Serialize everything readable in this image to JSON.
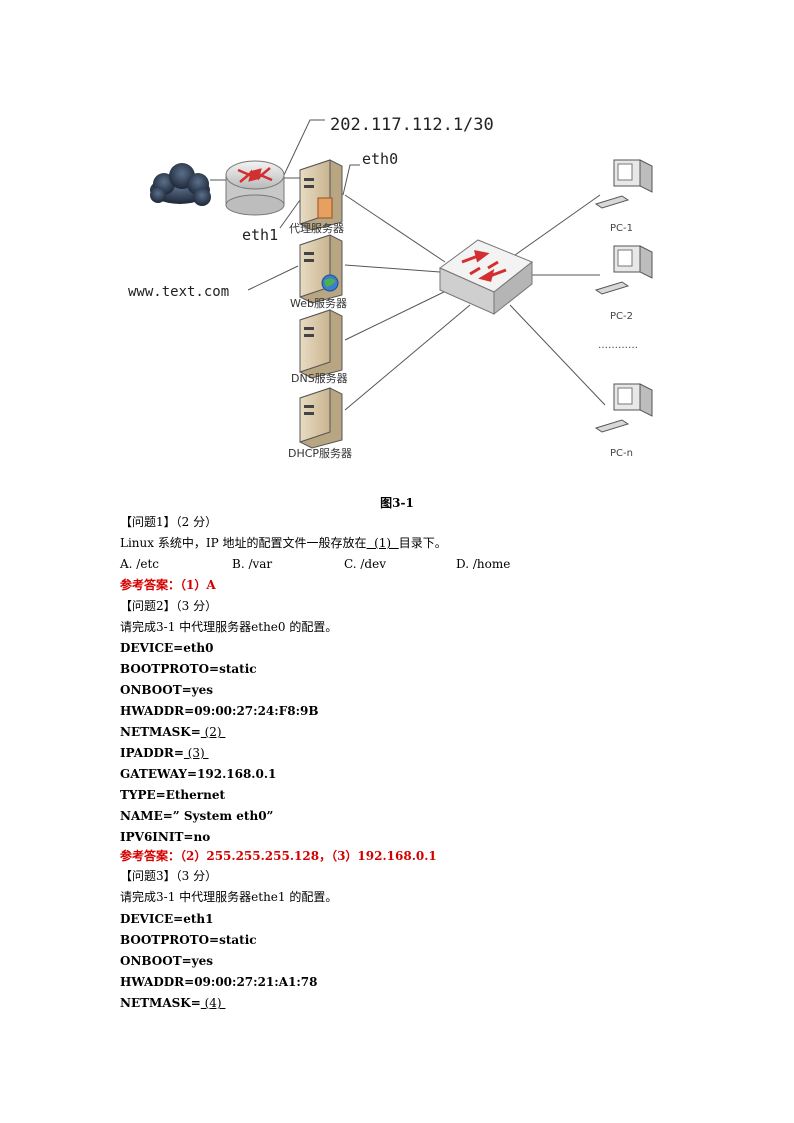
{
  "diagram": {
    "wan_ip": "202.117.112.1/30",
    "eth0": "eth0",
    "eth1": "eth1",
    "web_host": "www.text.com",
    "proxy_server": "代理服务器",
    "web_server": "Web服务器",
    "dns_server": "DNS服务器",
    "dhcp_server": "DHCP服务器",
    "pc1": "PC-1",
    "pc2": "PC-2",
    "pc_dots": "…………",
    "pcn": "PC-n"
  },
  "caption": "图3-1",
  "q1": {
    "title": "【问题1】（2 分）",
    "text_before": "Linux 系统中，IP 地址的配置文件一般存放在",
    "blank": "  (1)  ",
    "text_after": "目录下。",
    "options": [
      "A. /etc",
      "B. /var",
      "C. /dev",
      "D. /home"
    ],
    "answer": "参考答案：（1）A"
  },
  "q2": {
    "title": "【问题2】（3 分）",
    "intro": "请完成3-1 中代理服务器ethe0 的配置。",
    "config": [
      {
        "text": "DEVICE=eth0"
      },
      {
        "text": "BOOTPROTO=static"
      },
      {
        "text": "ONBOOT=yes"
      },
      {
        "text": "HWADDR=09:00:27:24:F8:9B"
      },
      {
        "text": "NETMASK=",
        "blank": " (2) "
      },
      {
        "text": "IPADDR=",
        "blank": " (3) "
      },
      {
        "text": "GATEWAY=192.168.0.1"
      },
      {
        "text": "TYPE=Ethernet"
      },
      {
        "text": "NAME=” System eth0”"
      },
      {
        "text": "IPV6INIT=no"
      }
    ],
    "answer": "参考答案：（2）255.255.255.128，（3）192.168.0.1"
  },
  "q3": {
    "title": "【问题3】（3 分）",
    "intro": "请完成3-1 中代理服务器ethe1 的配置。",
    "config": [
      {
        "text": "DEVICE=eth1"
      },
      {
        "text": "BOOTPROTO=static"
      },
      {
        "text": "ONBOOT=yes"
      },
      {
        "text": "HWADDR=09:00:27:21:A1:78"
      },
      {
        "text": "NETMASK=",
        "blank": " (4) "
      }
    ]
  }
}
